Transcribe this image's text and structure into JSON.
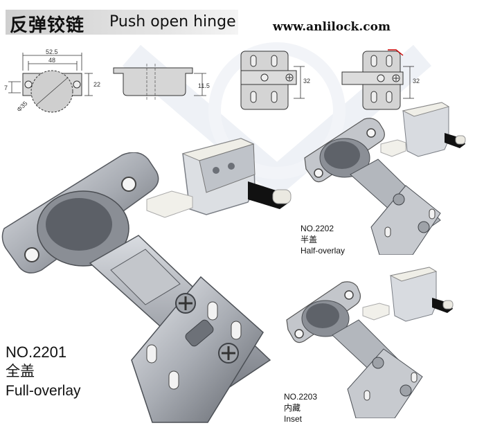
{
  "header": {
    "title_cn": "反弹铰链",
    "title_en": "Push open hinge",
    "website": "www.anlilock.com"
  },
  "drawings": {
    "cup_view": {
      "dim_width_outer": "52.5",
      "dim_width_inner": "48",
      "dim_height_left": "7",
      "dim_height_right": "22",
      "dim_cup_dia": "Φ35"
    },
    "side_view": {
      "dim_height": "11.5"
    },
    "plate_view_1": {
      "dim_height": "32"
    },
    "plate_view_2": {
      "dim_height": "32"
    }
  },
  "products": [
    {
      "model": "NO.2201",
      "type_cn": "全盖",
      "type_en": "Full-overlay"
    },
    {
      "model": "NO.2202",
      "type_cn": "半盖",
      "type_en": "Half-overlay"
    },
    {
      "model": "NO.2203",
      "type_cn": "内藏",
      "type_en": "Inset"
    }
  ],
  "colors": {
    "metal": "#b9bcc2",
    "metal_dark": "#6f737a",
    "plastic": "#ecebe4",
    "title_bar": "#d6d6d6"
  }
}
